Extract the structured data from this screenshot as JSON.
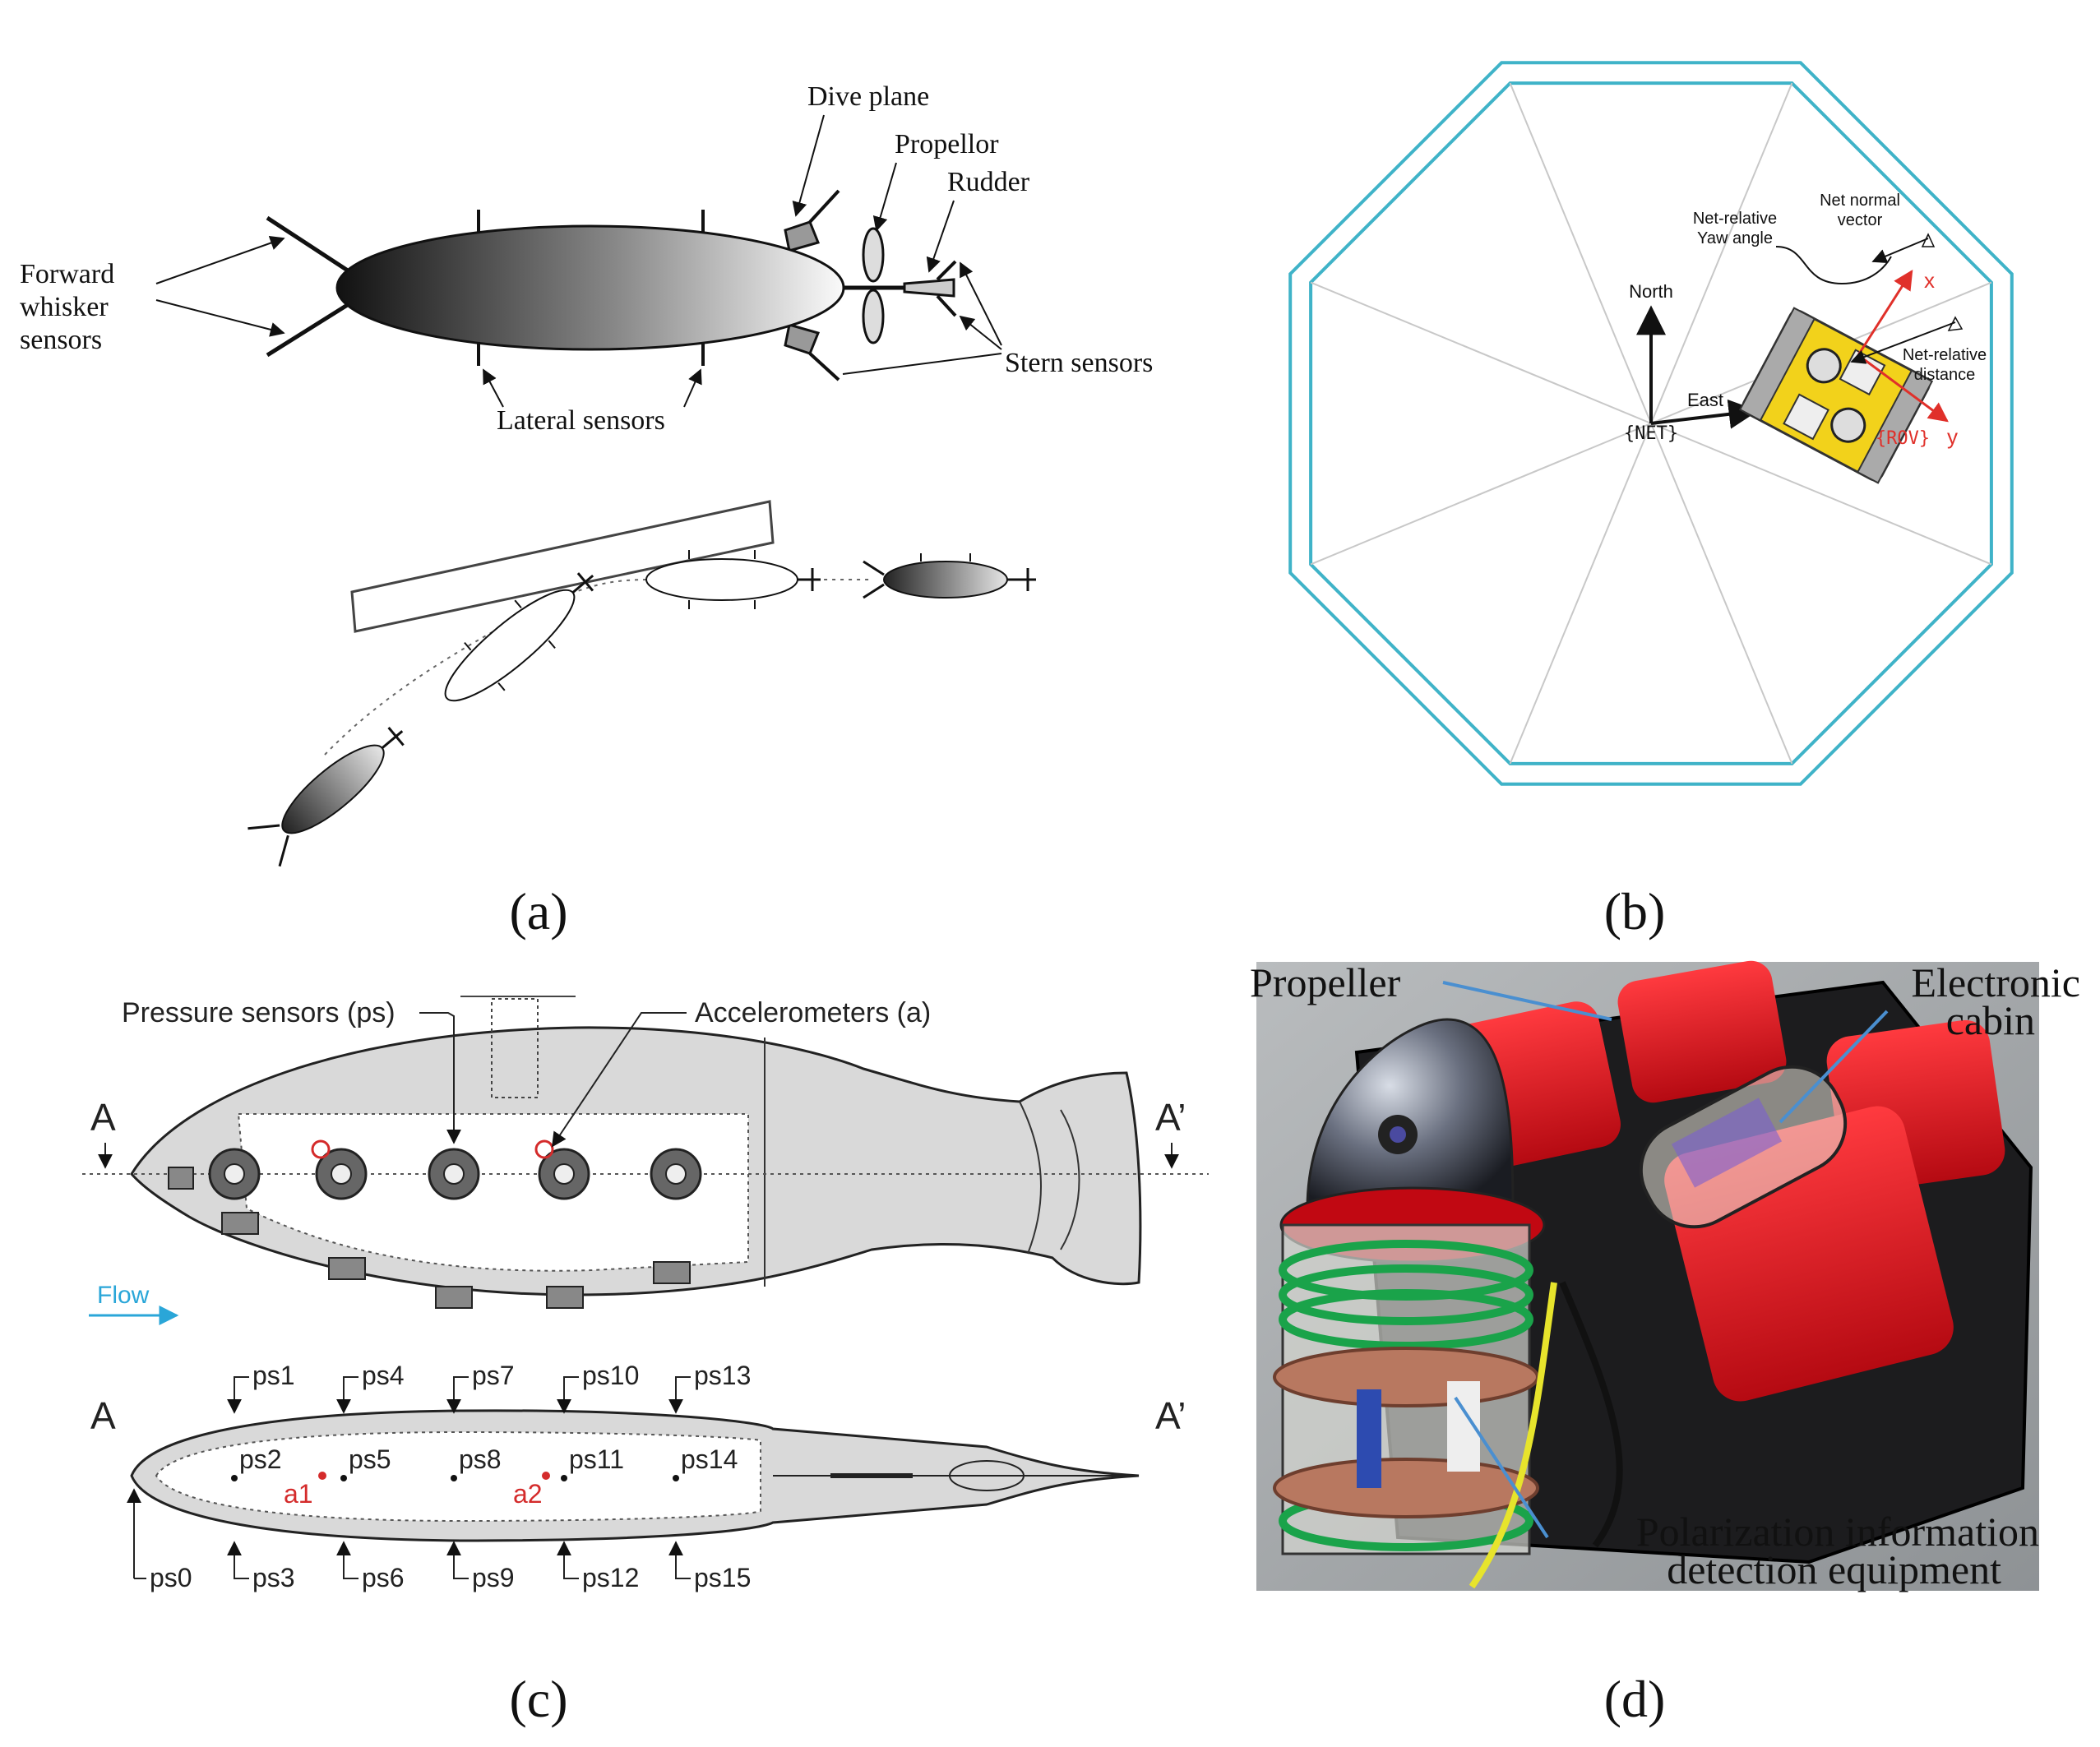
{
  "panel_a": {
    "caption": "(a)",
    "labels": {
      "forward_whisker_1": "Forward",
      "forward_whisker_2": "whisker",
      "forward_whisker_3": "sensors",
      "dive_plane": "Dive plane",
      "propellor": "Propellor",
      "rudder": "Rudder",
      "stern_sensors": "Stern sensors",
      "lateral_sensors": "Lateral sensors"
    }
  },
  "panel_b": {
    "caption": "(b)",
    "labels": {
      "north": "North",
      "east": "East",
      "net_frame": "{NET}",
      "rov_frame": "{ROV}",
      "net_normal_vector_1": "Net normal",
      "net_normal_vector_2": "vector",
      "yaw_angle_1": "Net-relative",
      "yaw_angle_2": "Yaw angle",
      "distance_1": "Net-relative",
      "distance_2": "distance",
      "x_axis": "x",
      "y_axis": "y"
    },
    "colors": {
      "net_outline": "#3fb3c8",
      "rov_frame": "#e0302a",
      "rov_body": "#f2d21b"
    }
  },
  "panel_c": {
    "caption": "(c)",
    "labels": {
      "pressure_sensors": "Pressure sensors (ps)",
      "accelerometers": "Accelerometers (a)",
      "section_a": "A",
      "section_a_prime": "A’",
      "flow": "Flow"
    },
    "top_sensors": [
      "ps1",
      "ps4",
      "ps7",
      "ps10",
      "ps13"
    ],
    "inner_sensors": [
      "ps2",
      "ps5",
      "ps8",
      "ps11",
      "ps14"
    ],
    "bottom_sensors": [
      "ps3",
      "ps6",
      "ps9",
      "ps12",
      "ps15"
    ],
    "nose_sensor": "ps0",
    "accelerometer_labels": [
      "a1",
      "a2"
    ],
    "colors": {
      "flow": "#2aa6d8",
      "accelerometer": "#d42b2b"
    }
  },
  "panel_d": {
    "caption": "(d)",
    "labels": {
      "propeller": "Propeller",
      "electronic_cabin_1": "Electronic",
      "electronic_cabin_2": "cabin",
      "polarization_1": "Polarization information",
      "polarization_2": "detection equipment"
    },
    "colors": {
      "housing": "#e0121c",
      "leader_line": "#4a8fd0"
    }
  }
}
